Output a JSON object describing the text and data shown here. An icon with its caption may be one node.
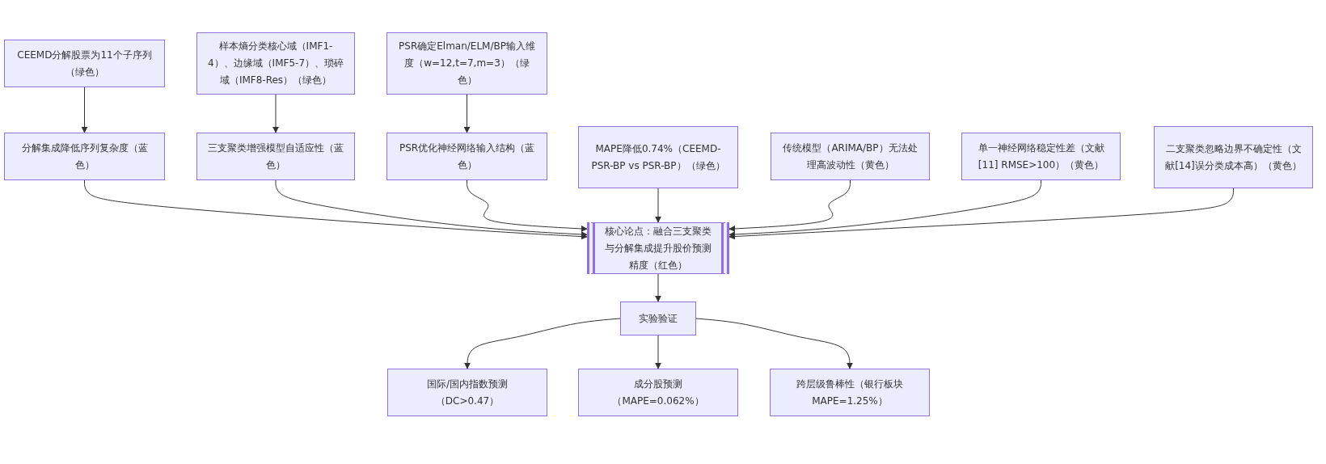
{
  "diagram": {
    "nodes": [
      {
        "text": [
          "CEEMD分解股票为11个子序列（绿色）"
        ]
      },
      {
        "text": [
          "样本熵分类核心域（IMF1-4）、边缘域（IMF5-7）、琐碎域（IMF8-Res）（绿色）"
        ]
      },
      {
        "text": [
          "PSR确定Elman/ELM/BP输入维度（w=12,t=7,m=3）（绿色）"
        ]
      },
      {
        "text": [
          "分解集成降低序列复杂度（蓝色）"
        ]
      },
      {
        "text": [
          "三支聚类增强模型自适应性（蓝色）"
        ]
      },
      {
        "text": [
          "PSR优化神经网络输入结构（蓝色）"
        ]
      },
      {
        "text": [
          "MAPE降低0.74%（CEEMD-PSR-BP vs PSR-BP）（绿色）"
        ]
      },
      {
        "text": [
          "传统模型（ARIMA/BP）无法处理高波动性（黄色）"
        ]
      },
      {
        "text": [
          "单一神经网络稳定性差（文献[11] RMSE>100）（黄色）"
        ]
      },
      {
        "text": [
          "二支聚类忽略边界不确定性（文献[14]误分类成本高）（黄色）"
        ]
      },
      {
        "text": [
          "核心论点：融合三支聚类与分解集成提升股价预测精度（红色）"
        ]
      },
      {
        "text": [
          "实验验证"
        ]
      },
      {
        "text": [
          "国际/国内指数预测（DC>0.47）"
        ]
      },
      {
        "text": [
          "成分股预测（MAPE=0.062%）"
        ]
      },
      {
        "text": [
          "跨层级鲁棒性（银行板块MAPE=1.25%）"
        ]
      }
    ],
    "edges": [
      {
        "from": 0,
        "to": 3,
        "arrow": "to"
      },
      {
        "from": 1,
        "to": 4,
        "arrow": "to"
      },
      {
        "from": 2,
        "to": 5,
        "arrow": "to"
      },
      {
        "from": 3,
        "to": 10,
        "arrow": "to"
      },
      {
        "from": 4,
        "to": 10,
        "arrow": "to"
      },
      {
        "from": 5,
        "to": 10,
        "arrow": "to"
      },
      {
        "from": 6,
        "to": 10,
        "arrow": "to"
      },
      {
        "from": 7,
        "to": 10,
        "arrow": "to"
      },
      {
        "from": 8,
        "to": 10,
        "arrow": "to"
      },
      {
        "from": 9,
        "to": 10,
        "arrow": "to"
      },
      {
        "from": 10,
        "to": 11,
        "arrow": "to"
      },
      {
        "from": 11,
        "to": 12,
        "arrow": "to"
      },
      {
        "from": 11,
        "to": 13,
        "arrow": "to"
      },
      {
        "from": 11,
        "to": 14,
        "arrow": "to"
      }
    ]
  }
}
